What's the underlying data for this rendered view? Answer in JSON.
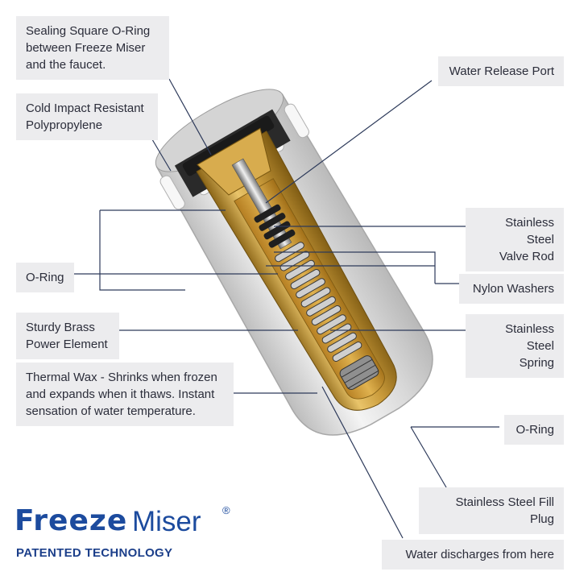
{
  "labels": {
    "sealing_oring": "Sealing Square O-Ring\nbetween Freeze Miser\nand the faucet.",
    "polypropylene": "Cold Impact Resistant\nPolypropylene",
    "oring_left": "O-Ring",
    "brass": "Sturdy Brass\nPower Element",
    "thermal_wax": "Thermal Wax - Shrinks when frozen\nand expands when it thaws. Instant\nsensation of water temperature.",
    "release_port": "Water Release Port",
    "valve_rod": "Stainless Steel\nValve Rod",
    "nylon_washers": "Nylon Washers",
    "spring": "Stainless Steel\nSpring",
    "oring_right": "O-Ring",
    "fill_plug": "Stainless Steel Fill Plug",
    "discharge": "Water discharges from here"
  },
  "brand": {
    "name_part1": "Freeze",
    "name_part2": "Miser",
    "registered": "®",
    "tagline": "PATENTED TECHNOLOGY"
  },
  "colors": {
    "label_bg": "#ececee",
    "label_text": "#2b2d3a",
    "leader_line": "#2d3a5a",
    "brand_blue": "#1c4b9e",
    "brass": "#c99a3a",
    "housing": "#e6e6e6"
  }
}
